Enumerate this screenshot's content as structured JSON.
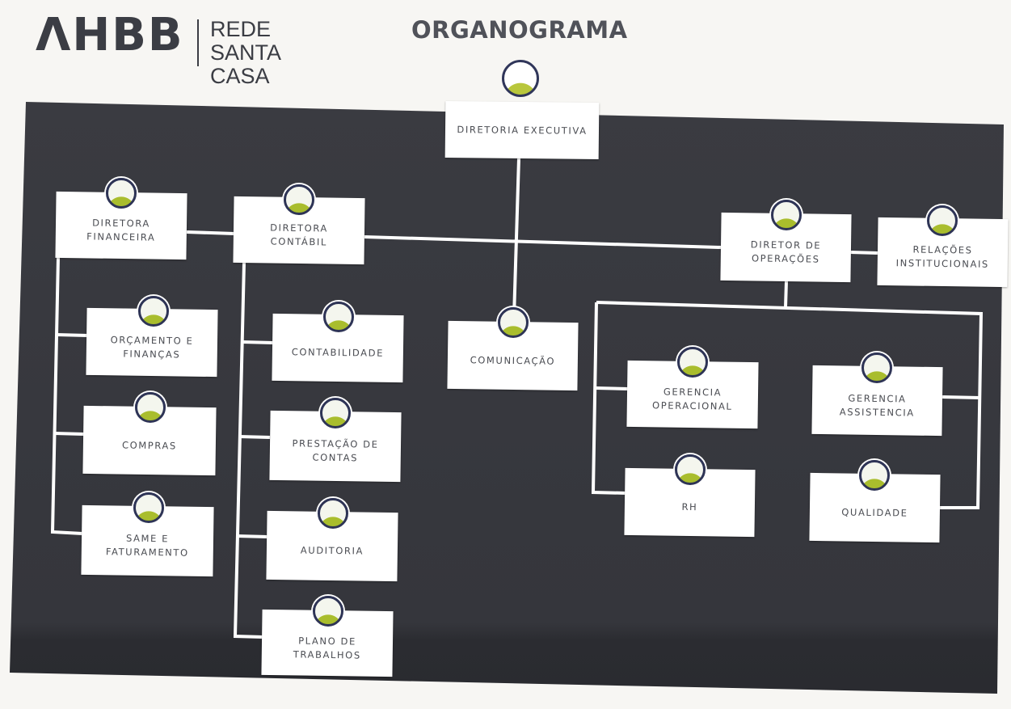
{
  "header": {
    "logo_mark": "ΛHBB",
    "logo_line1": "REDE",
    "logo_line2": "SANTA CASA",
    "title": "ORGANOGRAMA"
  },
  "colors": {
    "board": "#37383e",
    "node": "#ffffff",
    "text": "#4a4c52",
    "bubble_ring": "#2e3456",
    "bubble_fill": "#a9bd2d"
  },
  "nodes": {
    "diretoria_executiva": "DIRETORIA EXECUTIVA",
    "diretora_financeira": "DIRETORA\nFINANCEIRA",
    "diretora_contabil": "DIRETORA\nCONTÁBIL",
    "diretor_operacoes": "DIRETOR DE\nOPERAÇÕES",
    "relacoes_institucionais": "RELAÇÕES\nINSTITUCIONAIS",
    "orcamento_financas": "ORÇAMENTO E\nFINANÇAS",
    "compras": "COMPRAS",
    "same_faturamento": "SAME E\nFATURAMENTO",
    "contabilidade": "CONTABILIDADE",
    "prestacao_contas": "PRESTAÇÃO DE\nCONTAS",
    "auditoria": "AUDITORIA",
    "plano_trabalhos": "PLANO DE\nTRABALHOS",
    "comunicacao": "COMUNICAÇÃO",
    "gerencia_operacional": "GERENCIA\nOPERACIONAL",
    "gerencia_assistencia": "GERENCIA\nASSISTENCIA",
    "rh": "RH",
    "qualidade": "QUALIDADE"
  }
}
